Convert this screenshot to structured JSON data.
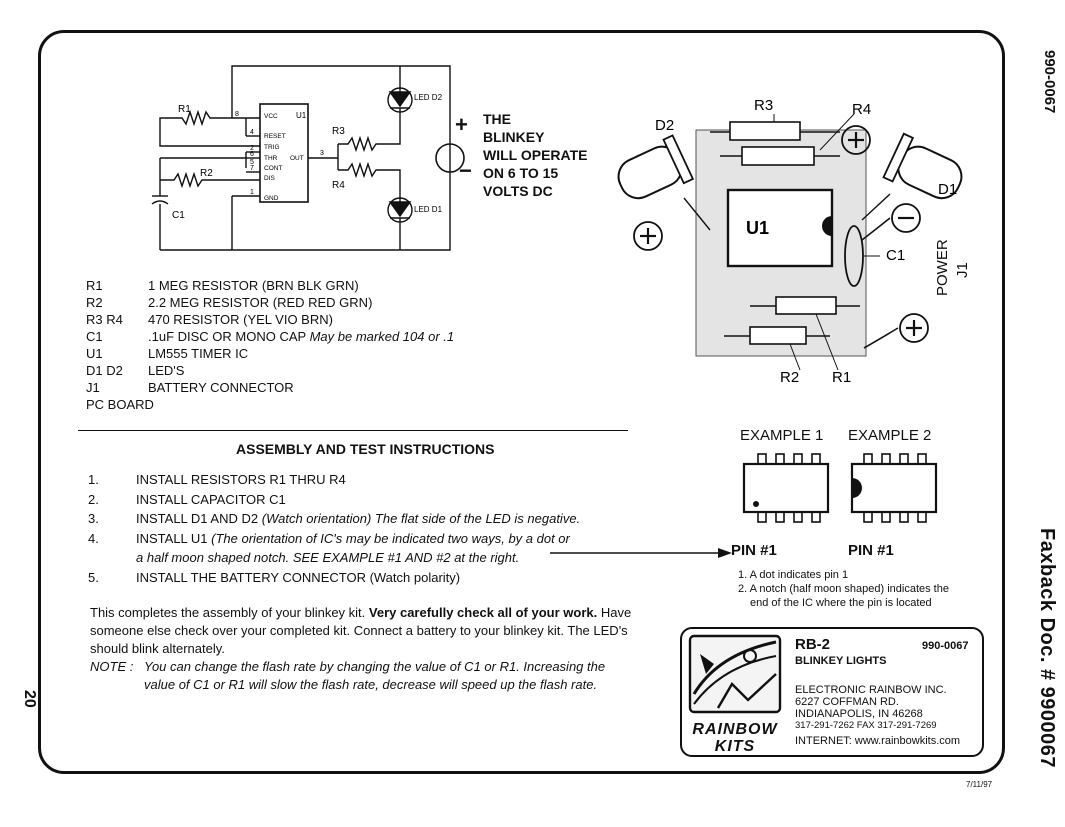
{
  "side": {
    "doc_number_top": "990-0067",
    "faxback": "Faxback Doc. # 9900067",
    "page_number": "20"
  },
  "schematic": {
    "labels": {
      "r1": "R1",
      "r2": "R2",
      "r3": "R3",
      "r4": "R4",
      "c1": "C1",
      "u1": "U1",
      "led_d1": "LED D1",
      "led_d2": "LED D2",
      "pin8": "8",
      "pin4": "4",
      "pin2": "2",
      "pin6": "6",
      "pin5": "5",
      "pin7": "7",
      "pin1": "1",
      "pin3": "3",
      "vcc": "VCC",
      "reset": "RESET",
      "trig": "TRIG",
      "thr": "THR",
      "cont": "CONT",
      "dis": "DIS",
      "gnd": "GND",
      "out": "OUT"
    }
  },
  "battery_note": {
    "plus": "+",
    "minus": "−",
    "lines": [
      "THE",
      "BLINKEY",
      "WILL OPERATE",
      "ON 6 TO 15",
      "VOLTS DC"
    ]
  },
  "board": {
    "labels": {
      "d2": "D2",
      "r3": "R3",
      "r4": "R4",
      "d1": "D1",
      "u1": "U1",
      "c1": "C1",
      "power": "POWER",
      "j1": "J1",
      "r2": "R2",
      "r1": "R1"
    }
  },
  "parts": [
    {
      "ref": "R1",
      "desc": "1 MEG RESISTOR (BRN BLK GRN)",
      "note": ""
    },
    {
      "ref": "R2",
      "desc": "2.2 MEG RESISTOR (RED RED GRN)",
      "note": ""
    },
    {
      "ref": "R3 R4",
      "desc": "470 RESISTOR (YEL VIO BRN)",
      "note": ""
    },
    {
      "ref": "C1",
      "desc": ".1uF DISC OR MONO CAP",
      "note": "May be marked 104 or .1"
    },
    {
      "ref": "U1",
      "desc": "LM555 TIMER IC",
      "note": ""
    },
    {
      "ref": "D1 D2",
      "desc": "LED'S",
      "note": ""
    },
    {
      "ref": "J1",
      "desc": "BATTERY CONNECTOR",
      "note": ""
    },
    {
      "ref": "PC BOARD",
      "desc": "",
      "note": ""
    }
  ],
  "instructions": {
    "title": "ASSEMBLY AND TEST INSTRUCTIONS",
    "steps": [
      {
        "num": "1.",
        "text": "INSTALL RESISTORS R1 THRU R4",
        "note": "",
        "note2": ""
      },
      {
        "num": "2.",
        "text": "INSTALL CAPACITOR C1",
        "note": "",
        "note2": ""
      },
      {
        "num": "3.",
        "text": "INSTALL D1 AND D2",
        "note": "(Watch orientation) The flat side of the LED is negative.",
        "note2": ""
      },
      {
        "num": "4.",
        "text": "INSTALL U1",
        "note": "(The orientation of IC's may be indicated two ways, by a dot or",
        "note2": "a half moon shaped notch.  SEE EXAMPLE #1 AND #2 at the right."
      },
      {
        "num": "5.",
        "text": "INSTALL THE BATTERY CONNECTOR (Watch polarity)",
        "note": "",
        "note2": ""
      }
    ],
    "para_lead": "This completes the assembly of your blinkey kit. ",
    "para_bold": "Very carefully check all of your work.",
    "para_rest1": " Have",
    "para_line2": "someone else check over your completed kit. Connect a battery to your blinkey kit. The LED's",
    "para_line3": "should blink alternately.",
    "note_label": "NOTE :",
    "note_line1": "You can change the flash rate by changing the value of C1 or R1. Increasing the",
    "note_line2": "value of C1 or R1 will slow the flash rate, decrease will speed up the flash rate."
  },
  "examples": {
    "ex1_title": "EXAMPLE 1",
    "ex2_title": "EXAMPLE 2",
    "pin1_a": "PIN #1",
    "pin1_b": "PIN #1",
    "note1": "1. A dot indicates pin 1",
    "note2a": "2. A notch (half moon shaped) indicates the",
    "note2b": "end of the IC where the pin is located"
  },
  "product": {
    "model": "RB-2",
    "part_no": "990-0067",
    "name": "BLINKEY LIGHTS",
    "company": "ELECTRONIC RAINBOW INC.",
    "address1": "6227 COFFMAN RD.",
    "address2": "INDIANAPOLIS, IN 46268",
    "phone": "317-291-7262   FAX 317-291-7269",
    "internet": "INTERNET:  www.rainbowkits.com",
    "logo_line1": "RAINBOW",
    "logo_line2": "KITS"
  },
  "date": "7/11/97"
}
